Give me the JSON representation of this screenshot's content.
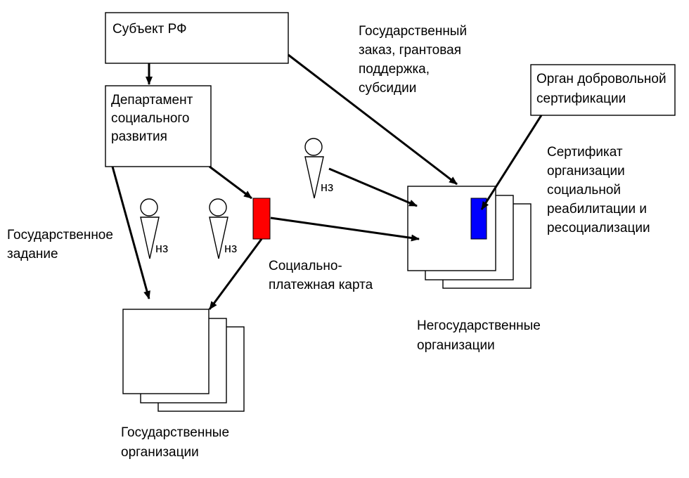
{
  "colors": {
    "payment_card": "#ff0000",
    "certificate_mark": "#0000ff"
  },
  "labels": {
    "subject_rf": "Субъект РФ",
    "department": [
      "Департамент",
      "социального",
      "развития"
    ],
    "state_order": [
      "Государственный",
      "заказ, грантовая",
      "поддержка,",
      "субсидии"
    ],
    "certification_body": [
      "Орган добровольной",
      "сертификации"
    ],
    "certificate": [
      "Сертификат",
      "организации",
      "социальной",
      "реабилитации и",
      "ресоциализации"
    ],
    "state_task": [
      "Государственное",
      "задание"
    ],
    "payment_card": [
      "Социально-",
      "платежная карта"
    ],
    "nonstate_orgs": [
      "Негосударственные",
      "организации"
    ],
    "state_orgs": [
      "Государственные",
      "организации"
    ],
    "person_tag": "нз"
  }
}
